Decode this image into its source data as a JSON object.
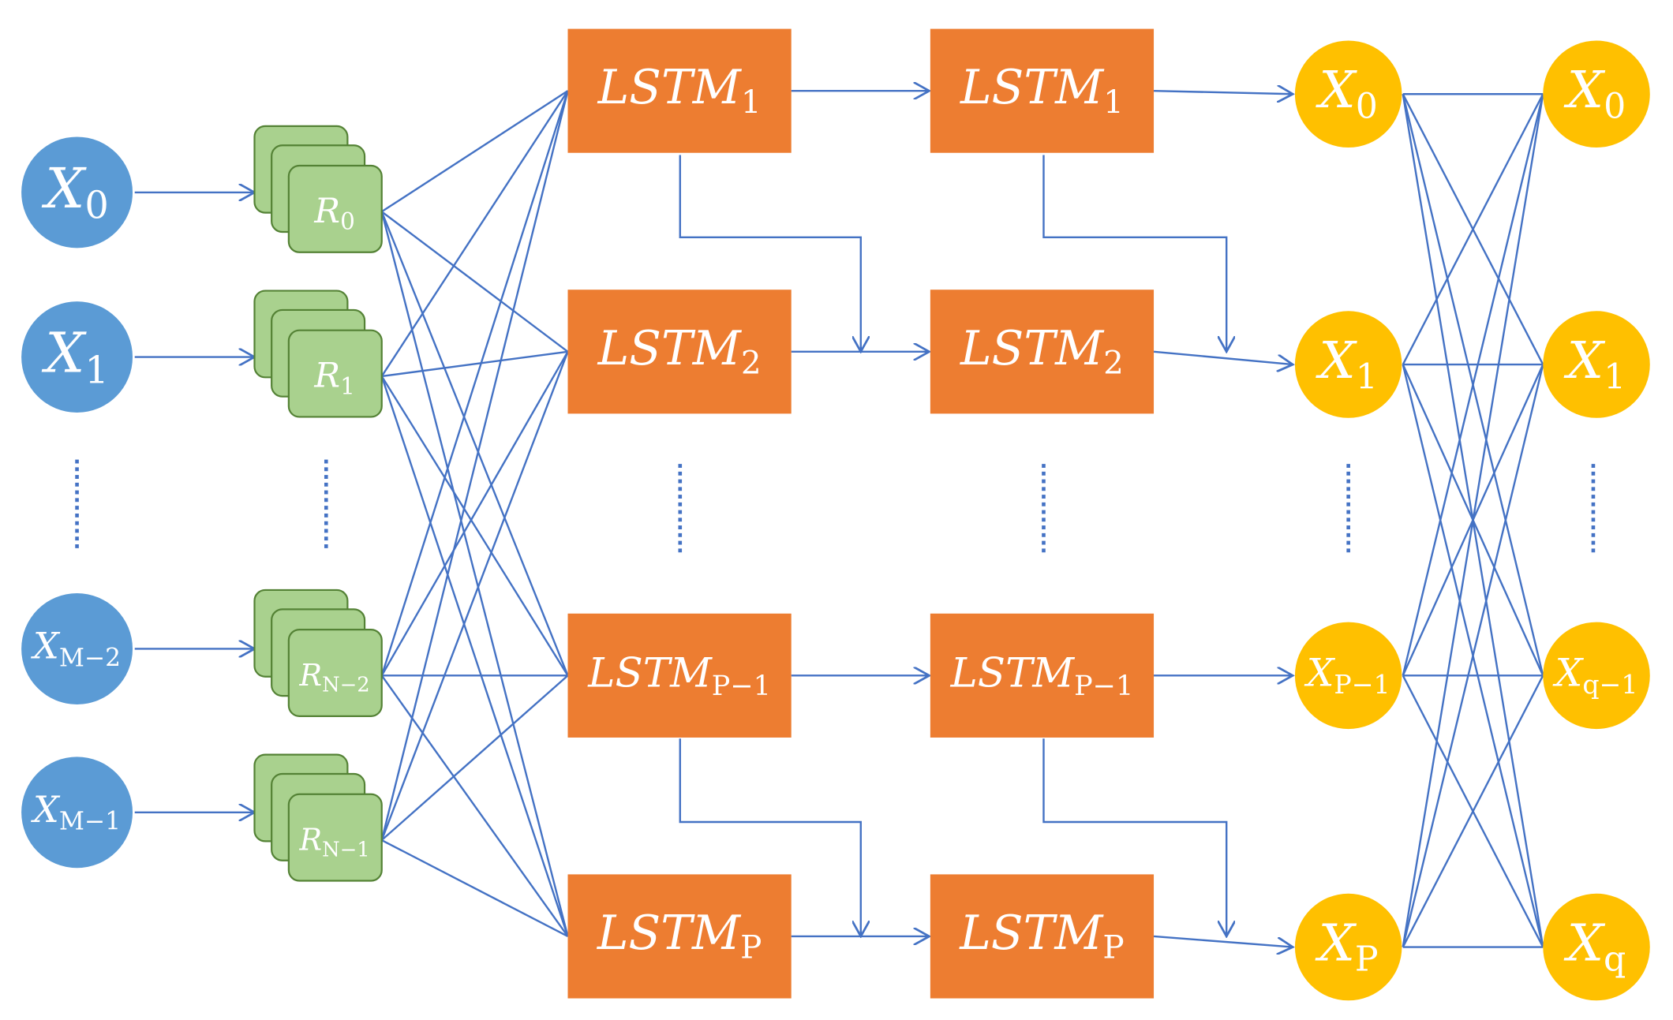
{
  "colors": {
    "input": "#5b9bd5",
    "recurrent_fill": "#a9d18e",
    "recurrent_stroke": "#548235",
    "lstm": "#ed7d31",
    "output": "#ffc000",
    "line": "#4472c4",
    "dots": "#4472c4",
    "text": "#ffffff"
  },
  "inputs": [
    {
      "base": "X",
      "sub": "0"
    },
    {
      "base": "X",
      "sub": "1"
    },
    {
      "base": "X",
      "sub": "M−2"
    },
    {
      "base": "X",
      "sub": "M−1"
    }
  ],
  "recurrent": [
    {
      "base": "R",
      "sub": "0"
    },
    {
      "base": "R",
      "sub": "1"
    },
    {
      "base": "R",
      "sub": "N−2"
    },
    {
      "base": "R",
      "sub": "N−1"
    }
  ],
  "lstm_layer1": [
    {
      "base": "LSTM",
      "sub": "1"
    },
    {
      "base": "LSTM",
      "sub": "2"
    },
    {
      "base": "LSTM",
      "sub": "P−1"
    },
    {
      "base": "LSTM",
      "sub": "P"
    }
  ],
  "lstm_layer2": [
    {
      "base": "LSTM",
      "sub": "1"
    },
    {
      "base": "LSTM",
      "sub": "2"
    },
    {
      "base": "LSTM",
      "sub": "P−1"
    },
    {
      "base": "LSTM",
      "sub": "P"
    }
  ],
  "outputs_hidden": [
    {
      "base": "X",
      "sub": "0"
    },
    {
      "base": "X",
      "sub": "1"
    },
    {
      "base": "X",
      "sub": "P−1"
    },
    {
      "base": "X",
      "sub": "P"
    }
  ],
  "outputs_final": [
    {
      "base": "X",
      "sub": "0"
    },
    {
      "base": "X",
      "sub": "1"
    },
    {
      "base": "X",
      "sub": "q−1"
    },
    {
      "base": "X",
      "sub": "q"
    }
  ]
}
